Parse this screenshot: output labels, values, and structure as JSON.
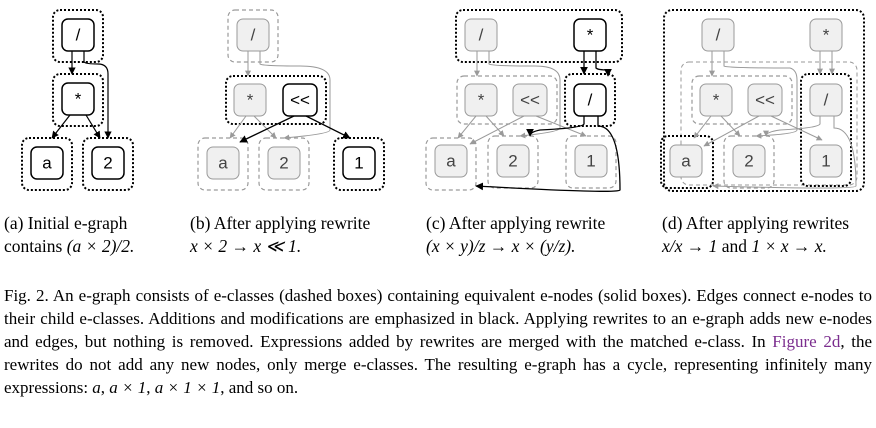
{
  "panels": {
    "a": {
      "nodes": [
        "/",
        "*",
        "a",
        "2"
      ],
      "caption_line1": "(a)  Initial  e-graph",
      "caption_line2_pre": "contains ",
      "caption_line2_math": "(a × 2)/2."
    },
    "b": {
      "nodes": [
        "/",
        "*",
        "<<",
        "a",
        "2",
        "1"
      ],
      "caption_line1": "(b) After applying rewrite",
      "caption_line2_math": "x × 2 → x ≪ 1."
    },
    "c": {
      "nodes": [
        "/",
        "*",
        "*",
        "<<",
        "/",
        "a",
        "2",
        "1"
      ],
      "caption_line1": "(c) After applying rewrite",
      "caption_line2_math": "(x × y)/z → x × (y/z)."
    },
    "d": {
      "nodes": [
        "/",
        "*",
        "*",
        "<<",
        "/",
        "a",
        "2",
        "1"
      ],
      "caption_line1": "(d) After applying rewrites",
      "caption_line2_math1": "x/x → 1",
      "caption_line2_and": " and ",
      "caption_line2_math2": "1 × x → x."
    }
  },
  "caption": {
    "prefix": "Fig. 2.  An e-graph consists of e-classes (dashed boxes) containing equivalent e-nodes (solid boxes). Edges connect e-nodes to their child e-classes. Additions and modifications are emphasized in black. Applying rewrites to an e-graph adds new e-nodes and edges, but nothing is removed. Expressions added by rewrites are merged with the matched e-class. In ",
    "ref": "Figure 2d",
    "middle": ", the rewrites do not add any new nodes, only merge e-classes. The resulting e-graph has a cycle, representing infinitely many expressions: ",
    "expr1": "a",
    "sep1": ", ",
    "expr2": "a × 1",
    "sep2": ", ",
    "expr3": "a × 1 × 1",
    "suffix": ", and so on."
  },
  "colors": {
    "active": "#000000",
    "inactive": "#9a9a9a",
    "inactive_fill": "#f0f0f0"
  }
}
